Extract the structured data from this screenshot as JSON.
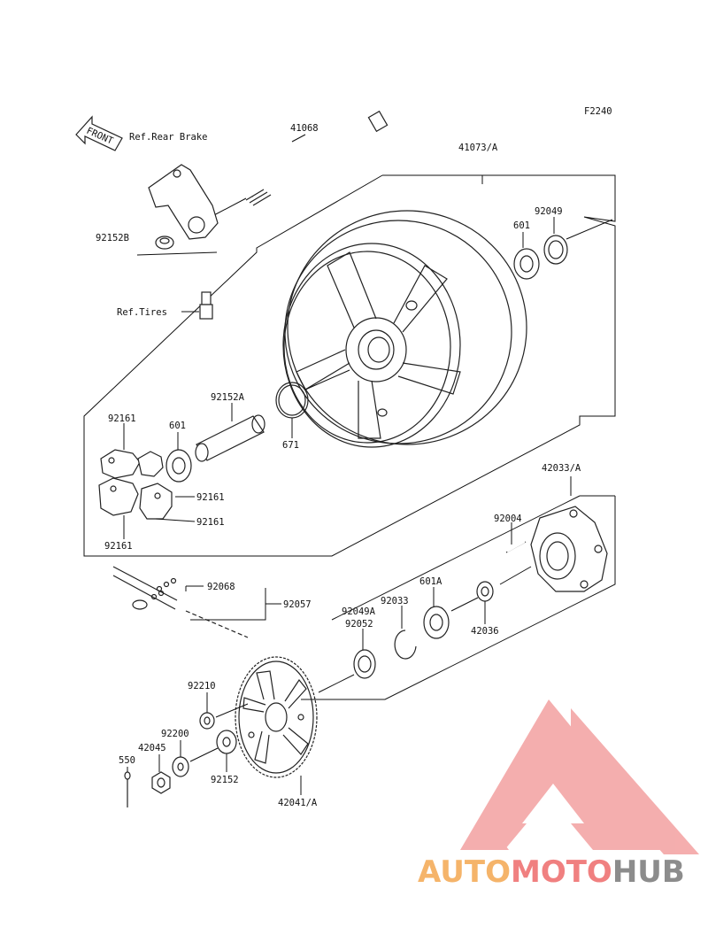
{
  "figure_code": "F2240",
  "direction_arrow": "FRONT",
  "refs": {
    "rear_brake": "Ref.Rear Brake",
    "tires": "Ref.Tires"
  },
  "parts": {
    "p41068": "41068",
    "p41073a": "41073/A",
    "p92049": "92049",
    "p601_top": "601",
    "p92152b": "92152B",
    "p92161_a": "92161",
    "p601_mid": "601",
    "p92152a": "92152A",
    "p671": "671",
    "p92161_b": "92161",
    "p92161_c": "92161",
    "p92161_d": "92161",
    "p42033a": "42033/A",
    "p92004": "92004",
    "p92068": "92068",
    "p92057": "92057",
    "p92033": "92033",
    "p601a": "601A",
    "p92049a": "92049A",
    "p92052": "92052",
    "p42036": "42036",
    "p92210": "92210",
    "p92200": "92200",
    "p42045": "42045",
    "p550": "550",
    "p92152": "92152",
    "p42041a": "42041/A"
  },
  "watermark": {
    "part1": "AUTO",
    "part2": "MOTO",
    "part3": "HUB",
    "colors": {
      "orange": "#f5b46a",
      "red": "#f08080",
      "gray": "#8c8c8c",
      "logo": "#f3a0a0"
    }
  }
}
